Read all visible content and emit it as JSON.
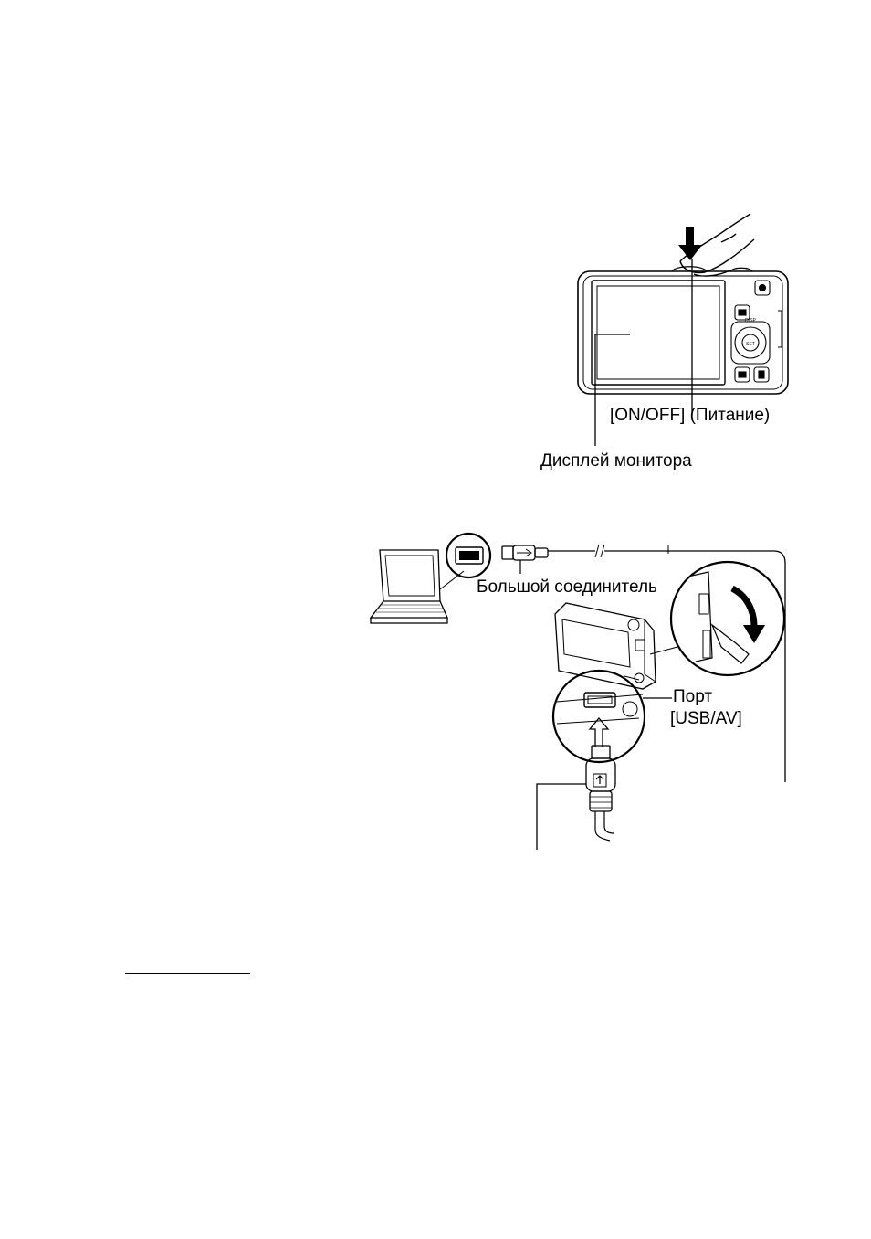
{
  "camera_back_figure": {
    "power_button_label": "[ON/OFF] (Питание)",
    "monitor_label": "Дисплей монитора",
    "camera_button_markings": [
      "SET",
      "DISP"
    ]
  },
  "usb_connection_figure": {
    "large_connector_label": "Большой соединитель",
    "port_label_line1": "Порт",
    "port_label_line2": "[USB/AV]"
  }
}
